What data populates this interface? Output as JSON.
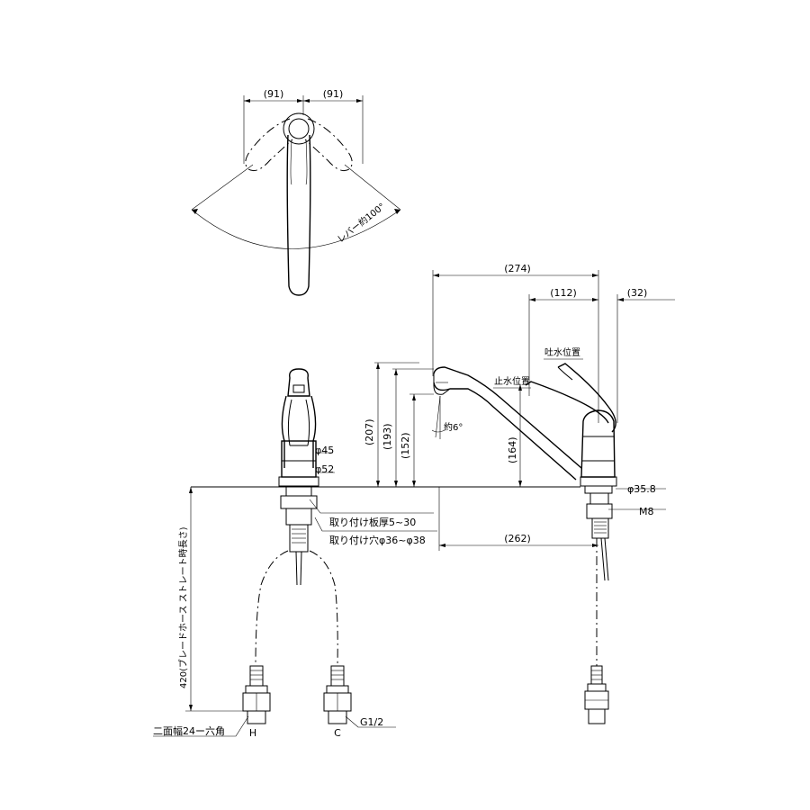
{
  "top_view": {
    "dim_left": "(91)",
    "dim_right": "(91)",
    "lever_angle": "レバー約100°"
  },
  "side_view": {
    "dim_total_width": "(274)",
    "dim_handle_width": "(112)",
    "dim_handle_offset": "(32)",
    "label_open_position": "吐水位置",
    "label_closed_position": "止水位置",
    "dim_height_total": "(207)",
    "dim_height_193": "(193)",
    "dim_height_152": "(152)",
    "dim_height_164": "(164)",
    "spout_angle": "約6°",
    "dim_body_dia": "φ35.8",
    "dim_thread": "M8",
    "dim_reach": "(262)"
  },
  "front_view": {
    "dim_dia_45": "φ45",
    "dim_dia_52": "φ52",
    "mount_plate_thickness": "取り付け板厚5~30",
    "mount_hole_size": "取り付け穴φ36~φ38",
    "hose_length": "420(ブレードホース ストレート時長さ)",
    "hex_size": "二面幅24ー六角",
    "port_hot": "H",
    "port_cold": "C",
    "thread_size": "G1/2"
  }
}
